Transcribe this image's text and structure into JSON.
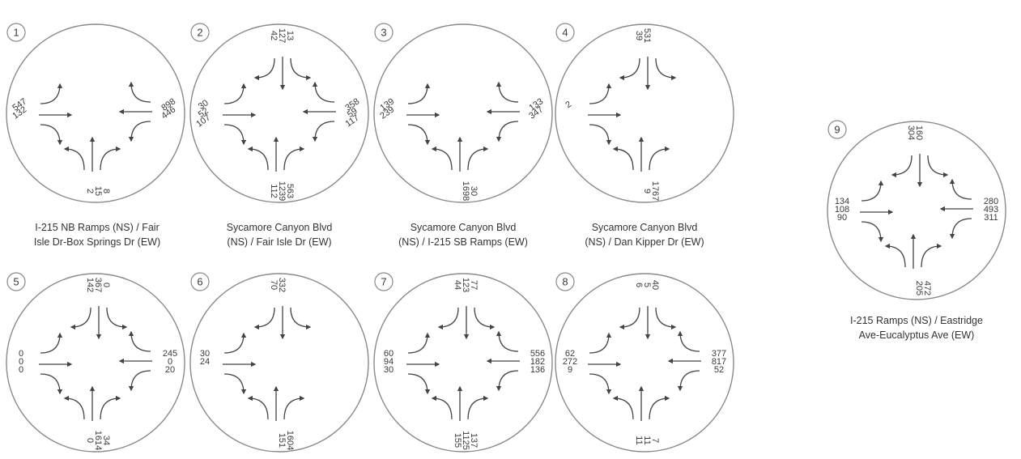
{
  "intersections": [
    {
      "number": "1",
      "caption": [
        "I-215 NB Ramps (NS) / Fair",
        "Isle Dr-Box Springs Dr (EW)"
      ],
      "volumes": {
        "north": [],
        "east": [
          "898",
          "446"
        ],
        "south": [
          "8",
          "15",
          "2"
        ],
        "west": [
          "547",
          "132"
        ]
      }
    },
    {
      "number": "2",
      "caption": [
        "Sycamore Canyon Blvd",
        "(NS) / Fair Isle Dr (EW)"
      ],
      "volumes": {
        "north": [
          "42",
          "127",
          "13"
        ],
        "east": [
          "358",
          "59",
          "117"
        ],
        "south": [
          "563",
          "1239",
          "112"
        ],
        "west": [
          "30",
          "52",
          "107"
        ]
      }
    },
    {
      "number": "3",
      "caption": [
        "Sycamore Canyon Blvd",
        "(NS) / I-215 SB Ramps (EW)"
      ],
      "volumes": {
        "north": [],
        "east": [
          "133",
          "347"
        ],
        "south": [
          "30",
          "1698"
        ],
        "west": [
          "139",
          "239"
        ]
      }
    },
    {
      "number": "4",
      "caption": [
        "Sycamore Canyon Blvd",
        "(NS) / Dan Kipper Dr (EW)"
      ],
      "volumes": {
        "north": [
          "39",
          "531"
        ],
        "east": [],
        "south": [
          "1767",
          "9"
        ],
        "west": [
          "2"
        ]
      }
    },
    {
      "number": "5",
      "caption": [],
      "volumes": {
        "north": [
          "142",
          "367",
          "0"
        ],
        "east": [
          "245",
          "0",
          "20"
        ],
        "south": [
          "34",
          "1614",
          "0"
        ],
        "west": [
          "0",
          "0",
          "0"
        ]
      }
    },
    {
      "number": "6",
      "caption": [],
      "volumes": {
        "north": [
          "70",
          "332"
        ],
        "east": [],
        "south": [
          "1604",
          "151"
        ],
        "west": [
          "30",
          "24"
        ]
      }
    },
    {
      "number": "7",
      "caption": [],
      "volumes": {
        "north": [
          "44",
          "123",
          "77"
        ],
        "east": [
          "556",
          "182",
          "136"
        ],
        "south": [
          "137",
          "1125",
          "155"
        ],
        "west": [
          "60",
          "94",
          "30"
        ]
      }
    },
    {
      "number": "8",
      "caption": [],
      "volumes": {
        "north": [
          "6",
          "5",
          "40"
        ],
        "east": [
          "377",
          "817",
          "52"
        ],
        "south": [
          "7",
          "11",
          "11"
        ],
        "west": [
          "62",
          "272",
          "9"
        ]
      }
    },
    {
      "number": "9",
      "caption": [
        "I-215 Ramps (NS) / Eastridge",
        "Ave-Eucalyptus Ave (EW)"
      ],
      "volumes": {
        "north": [
          "304",
          "160"
        ],
        "east": [
          "280",
          "493",
          "311"
        ],
        "south": [
          "472",
          "205"
        ],
        "west": [
          "134",
          "108",
          "90"
        ]
      }
    }
  ],
  "colors": {
    "circle": "#8a8a8a",
    "arrow": "#444444",
    "text": "#3a3a3a"
  }
}
